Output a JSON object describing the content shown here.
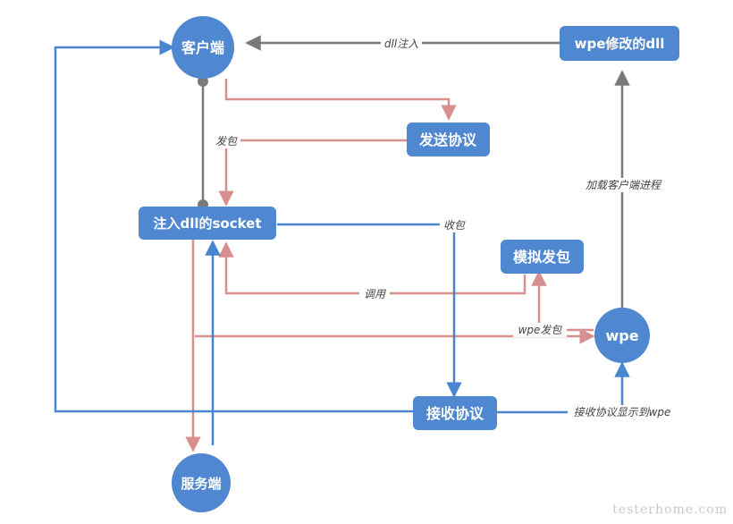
{
  "colors": {
    "node_fill": "#4f87d0",
    "blue_line": "#4a86cf",
    "pink_line": "#d88f8f",
    "gray_line": "#7a7a7a",
    "edge_label_bg": "#ffffff"
  },
  "nodes": {
    "client": "客户端",
    "modified_dll": "wpe修改的dll",
    "send_protocol": "发送协议",
    "socket_dll": "注入dll的socket",
    "simulate_send": "模拟发包",
    "wpe": "wpe",
    "recv_protocol": "接收协议",
    "server": "服务端"
  },
  "edge_labels": {
    "dll_inject": "dll注入",
    "send_packet": "发包",
    "load_client_process": "加载客户端进程",
    "recv_packet": "收包",
    "call": "调用",
    "wpe_send": "wpe发包",
    "recv_show_wpe": "接收协议显示到wpe"
  },
  "watermark": "testerhome.com"
}
